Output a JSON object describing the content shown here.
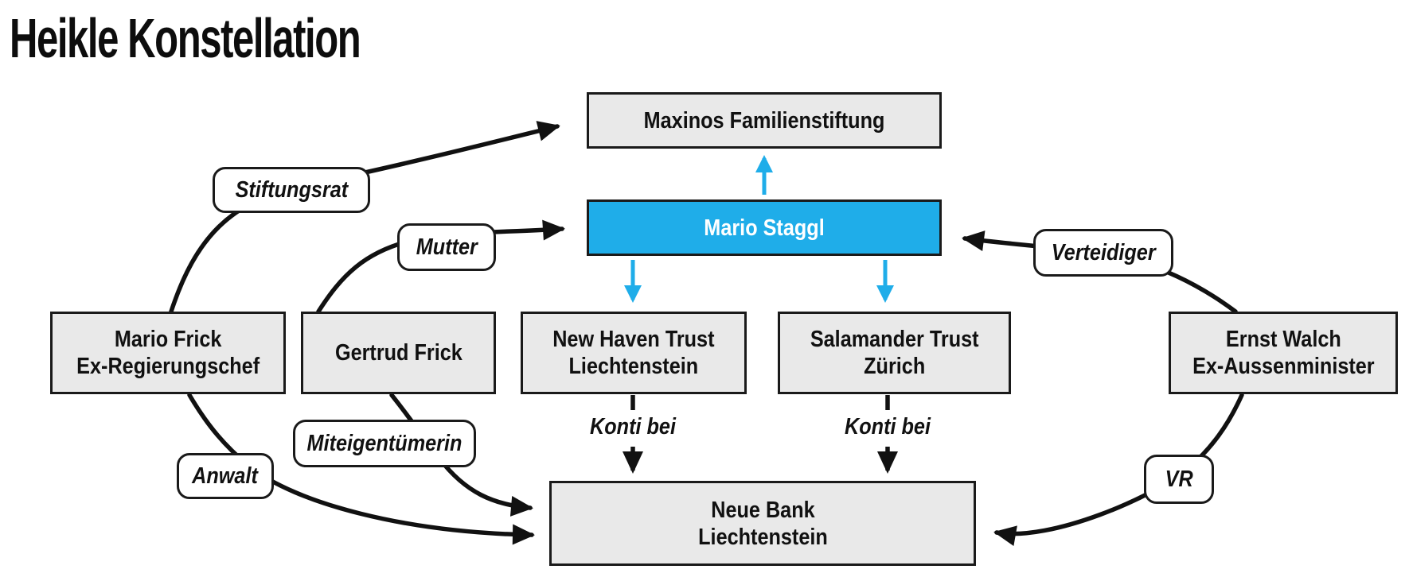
{
  "title": "Heikle Konstellation",
  "colors": {
    "accent_blue": "#1fade9",
    "node_gray": "#e9e9e9",
    "line_black": "#111111",
    "border_black": "#1a1a1a"
  },
  "nodes": {
    "maxinos": {
      "label": "Maxinos Familienstiftung"
    },
    "staggl": {
      "label": "Mario Staggl"
    },
    "frick": {
      "line1": "Mario Frick",
      "line2": "Ex-Regierungschef"
    },
    "gertrud": {
      "label": "Gertrud Frick"
    },
    "newhaven": {
      "line1": "New Haven Trust",
      "line2": "Liechtenstein"
    },
    "salamander": {
      "line1": "Salamander Trust",
      "line2": "Zürich"
    },
    "walch": {
      "line1": "Ernst Walch",
      "line2": "Ex-Aussenminister"
    },
    "neuebank": {
      "line1": "Neue Bank",
      "line2": "Liechtenstein"
    }
  },
  "edge_labels": {
    "stiftungsrat": "Stiftungsrat",
    "mutter": "Mutter",
    "verteidiger": "Verteidiger",
    "miteigentuemerin": "Miteigentümerin",
    "anwalt": "Anwalt",
    "vr": "VR",
    "konti_bei_left": "Konti bei",
    "konti_bei_right": "Konti bei"
  },
  "relationships": [
    {
      "from": "Mario Frick Ex-Regierungschef",
      "label": "Stiftungsrat",
      "to": "Maxinos Familienstiftung"
    },
    {
      "from": "Gertrud Frick",
      "label": "Mutter",
      "to": "Mario Staggl"
    },
    {
      "from": "Ernst Walch Ex-Aussenminister",
      "label": "Verteidiger",
      "to": "Mario Staggl"
    },
    {
      "from": "Mario Staggl",
      "label": "",
      "to": "Maxinos Familienstiftung"
    },
    {
      "from": "Mario Staggl",
      "label": "",
      "to": "New Haven Trust Liechtenstein"
    },
    {
      "from": "Mario Staggl",
      "label": "",
      "to": "Salamander Trust Zürich"
    },
    {
      "from": "New Haven Trust Liechtenstein",
      "label": "Konti bei",
      "to": "Neue Bank Liechtenstein"
    },
    {
      "from": "Salamander Trust Zürich",
      "label": "Konti bei",
      "to": "Neue Bank Liechtenstein"
    },
    {
      "from": "Gertrud Frick",
      "label": "Miteigentümerin",
      "to": "Neue Bank Liechtenstein"
    },
    {
      "from": "Mario Frick Ex-Regierungschef",
      "label": "Anwalt",
      "to": "Neue Bank Liechtenstein"
    },
    {
      "from": "Ernst Walch Ex-Aussenminister",
      "label": "VR",
      "to": "Neue Bank Liechtenstein"
    }
  ]
}
